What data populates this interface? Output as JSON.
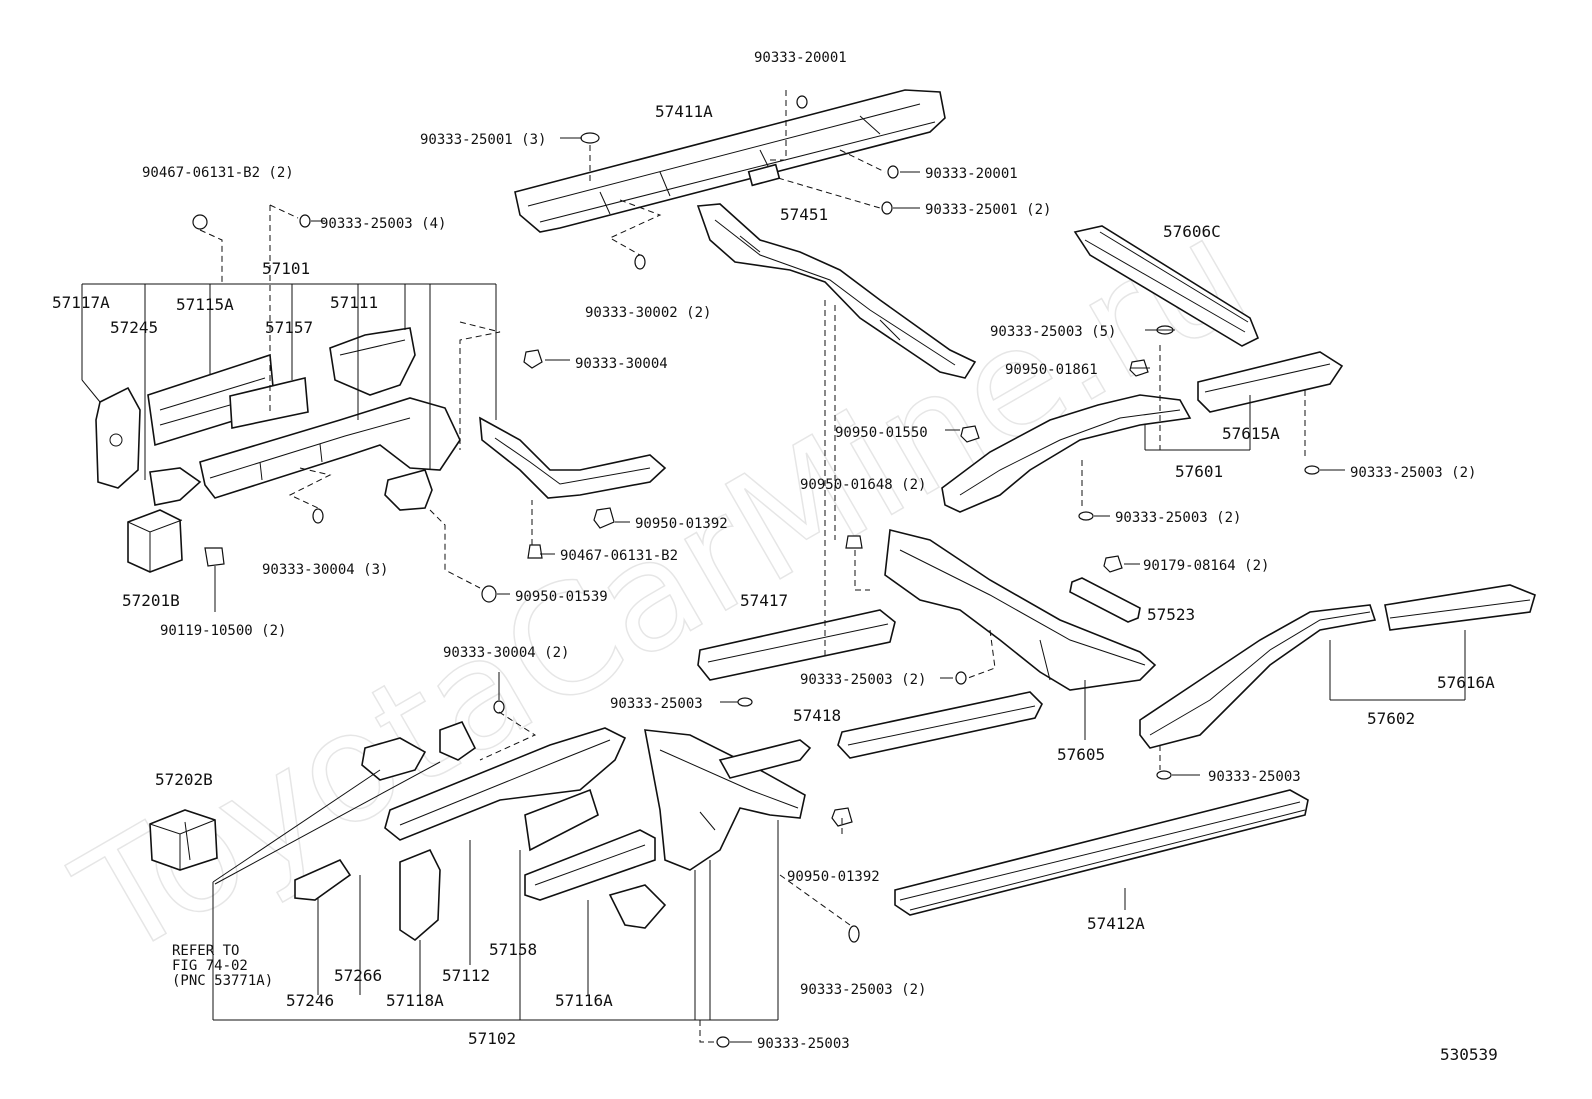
{
  "watermark": "ToyotaCarMine.ru",
  "figure_number": "530539",
  "note": {
    "line1": "REFER TO",
    "line2": "FIG 74-02",
    "line3": "(PNC 53771A)"
  },
  "labels": {
    "l90333_20001_top": "90333-20001",
    "l57411A": "57411A",
    "l90333_25001_3": "90333-25001 (3)",
    "l90333_20001_right": "90333-20001",
    "l90333_25001_2": "90333-25001 (2)",
    "l90467_06131_B2_2": "90467-06131-B2 (2)",
    "l90333_25003_4": "90333-25003 (4)",
    "l57451": "57451",
    "l57606C": "57606C",
    "l57101": "57101",
    "l57117A": "57117A",
    "l57115A": "57115A",
    "l57111": "57111",
    "l57245": "57245",
    "l57157": "57157",
    "l90333_30002_2": "90333-30002 (2)",
    "l90333_25003_5": "90333-25003 (5)",
    "l90333_30004": "90333-30004",
    "l90950_01861": "90950-01861",
    "l90950_01550": "90950-01550",
    "l57615A": "57615A",
    "l57601": "57601",
    "l90333_25003_2_r": "90333-25003 (2)",
    "l90950_01648_2": "90950-01648 (2)",
    "l90333_25003_2_mid": "90333-25003 (2)",
    "l90950_01392_top": "90950-01392",
    "l90333_30004_3": "90333-30004 (3)",
    "l90467_06131_B2": "90467-06131-B2",
    "l57201B": "57201B",
    "l90119_10500_2": "90119-10500 (2)",
    "l90179_08164_2": "90179-08164 (2)",
    "l90950_01539": "90950-01539",
    "l57417": "57417",
    "l57523": "57523",
    "l90333_30004_2": "90333-30004 (2)",
    "l90333_25003_2_c": "90333-25003 (2)",
    "l57616A": "57616A",
    "l90333_25003_a": "90333-25003",
    "l57418": "57418",
    "l57605": "57605",
    "l57602": "57602",
    "l57202B": "57202B",
    "l90333_25003_b": "90333-25003",
    "l90950_01392_bot": "90950-01392",
    "l57412A": "57412A",
    "l57158": "57158",
    "l57266": "57266",
    "l57112": "57112",
    "l57246": "57246",
    "l57118A": "57118A",
    "l57116A": "57116A",
    "l90333_25003_2_bot": "90333-25003 (2)",
    "l57102": "57102",
    "l90333_25003_c": "90333-25003"
  }
}
